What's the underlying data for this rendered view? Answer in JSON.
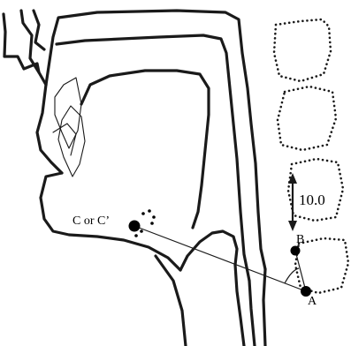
{
  "labels": {
    "point_c": "C or C’",
    "point_b": "B",
    "point_a": "A",
    "measurement": "10.0"
  }
}
